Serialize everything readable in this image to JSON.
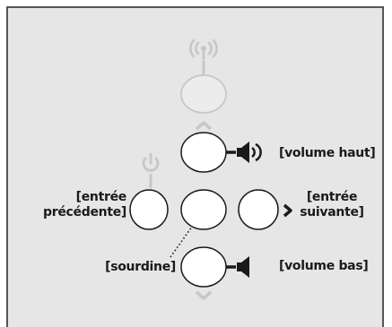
{
  "labels": {
    "volume_up": "[volume haut]",
    "volume_down": "[volume bas]",
    "mute": "[sourdine]",
    "prev_input_line1": "[entrée",
    "prev_input_line2": "précédente]",
    "next_input_line1": "[entrée",
    "next_input_line2": "suivante]"
  },
  "colors": {
    "background": "#e6e6e6",
    "border": "#555555",
    "button_fill": "#ffffff",
    "button_stroke": "#1a1a1a",
    "faded": "#c7c7c7",
    "text": "#1a1a1a"
  },
  "icons": {
    "wireless": "wireless-icon",
    "power": "power-icon",
    "speaker_loud": "speaker-loud-icon",
    "speaker": "speaker-icon",
    "chevron_up": "chevron-up-icon",
    "chevron_down": "chevron-down-icon",
    "chevron_left": "chevron-left-icon",
    "chevron_right": "chevron-right-icon"
  }
}
